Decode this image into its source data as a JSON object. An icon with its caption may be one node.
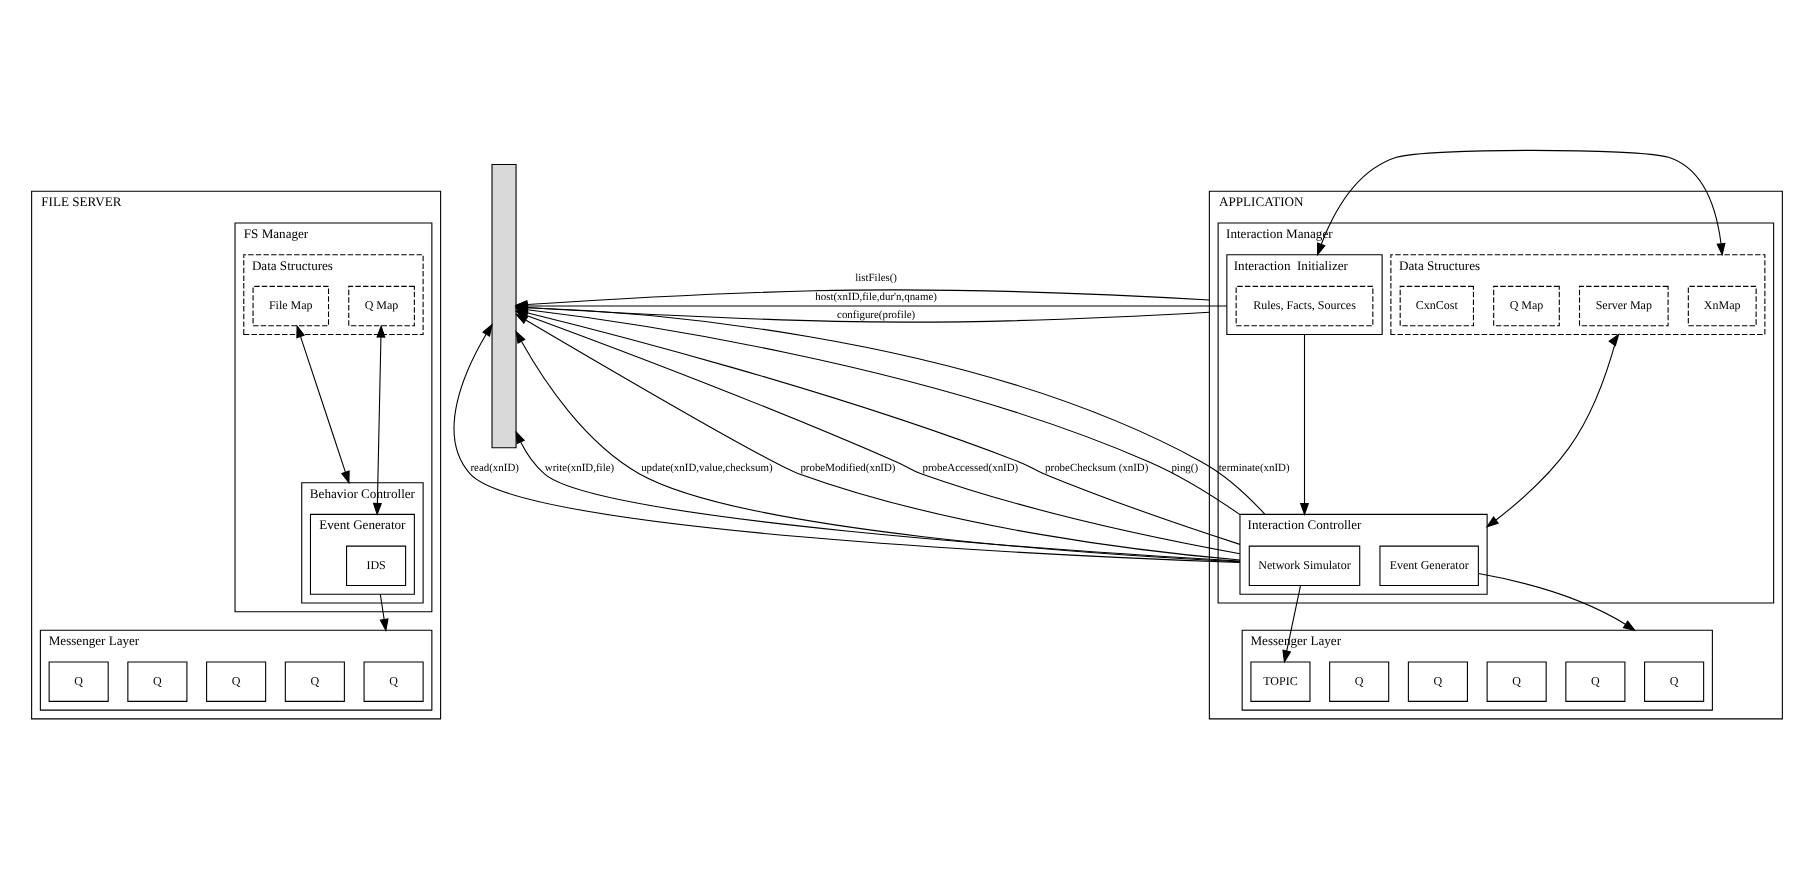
{
  "diagram": {
    "nodes": [
      {
        "text": [
          "FILE SERVER"
        ]
      },
      {
        "text": [
          "FS Manager"
        ],
        "in": 0
      },
      {
        "text": [
          "Data Structures"
        ],
        "in": 1
      },
      {
        "text": [
          "File Map"
        ],
        "in": 2
      },
      {
        "text": [
          "Q Map"
        ],
        "in": 2
      },
      {
        "text": [
          "Behavior Controller"
        ],
        "in": 1
      },
      {
        "text": [
          "Event Generator"
        ],
        "in": 5
      },
      {
        "text": [
          "IDS"
        ],
        "in": 6
      },
      {
        "text": [
          "Messenger Layer"
        ],
        "in": 0
      },
      {
        "text": [
          "Q"
        ],
        "in": 8
      },
      {
        "text": [
          "Q"
        ],
        "in": 8
      },
      {
        "text": [
          "Q"
        ],
        "in": 8
      },
      {
        "text": [
          "Q"
        ],
        "in": 8
      },
      {
        "text": [
          "Q"
        ],
        "in": 8
      },
      {
        "text": [],
        "shape": "bar"
      },
      {
        "text": [
          "APPLICATION"
        ]
      },
      {
        "text": [
          "Interaction Manager"
        ],
        "in": 15
      },
      {
        "text": [
          "Interaction  Initializer"
        ],
        "in": 16
      },
      {
        "text": [
          "Rules, Facts, Sources"
        ],
        "in": 17
      },
      {
        "text": [
          "Data Structures"
        ],
        "in": 16
      },
      {
        "text": [
          "XnMap"
        ],
        "in": 19
      },
      {
        "text": [
          "Server Map"
        ],
        "in": 19
      },
      {
        "text": [
          "Q Map"
        ],
        "in": 19
      },
      {
        "text": [
          "CxnCost"
        ],
        "in": 19
      },
      {
        "text": [
          "Interaction Controller"
        ],
        "in": 16
      },
      {
        "text": [
          "Network Simulator"
        ],
        "in": 24
      },
      {
        "text": [
          "Event Generator"
        ],
        "in": 24
      },
      {
        "text": [
          "Messenger Layer"
        ],
        "in": 15
      },
      {
        "text": [
          "Q"
        ],
        "in": 27
      },
      {
        "text": [
          "Q"
        ],
        "in": 27
      },
      {
        "text": [
          "Q"
        ],
        "in": 27
      },
      {
        "text": [
          "Q"
        ],
        "in": 27
      },
      {
        "text": [
          "Q"
        ],
        "in": 27
      },
      {
        "text": [
          "TOPIC"
        ],
        "in": 27
      }
    ],
    "edges": [
      {
        "from": 3,
        "to": 5,
        "arrow": "both"
      },
      {
        "from": 4,
        "to": 6,
        "arrow": "both"
      },
      {
        "from": 6,
        "to": 8,
        "arrow": "to"
      },
      {
        "from": 15,
        "to": 14,
        "arrow": "to",
        "label": "configure(profile)"
      },
      {
        "from": 17,
        "to": 14,
        "arrow": "to",
        "label": "host(xnID,file,dur'n,qname)"
      },
      {
        "from": 24,
        "to": 14,
        "arrow": "to",
        "label": "read(xnID)"
      },
      {
        "from": 24,
        "to": 14,
        "arrow": "to",
        "label": "write(xnID,file)"
      },
      {
        "from": 24,
        "to": 14,
        "arrow": "to",
        "label": "update(xnID,value,checksum)"
      },
      {
        "from": 24,
        "to": 14,
        "arrow": "to",
        "label": "probeModified(xnID)"
      },
      {
        "from": 24,
        "to": 14,
        "arrow": "to",
        "label": "probeAccessed(xnID)"
      },
      {
        "from": 24,
        "to": 14,
        "arrow": "to",
        "label": "probeChecksum (xnID)"
      },
      {
        "from": 24,
        "to": 14,
        "arrow": "to",
        "label": "ping()"
      },
      {
        "from": 24,
        "to": 14,
        "arrow": "to",
        "label": "terminate(xnID)"
      },
      {
        "from": 15,
        "to": 14,
        "arrow": "to",
        "label": "listFiles()"
      },
      {
        "from": 17,
        "to": 19,
        "arrow": "both"
      },
      {
        "from": 17,
        "to": 24,
        "arrow": "to"
      },
      {
        "from": 24,
        "to": 19,
        "arrow": "both"
      },
      {
        "from": 25,
        "to": 33,
        "arrow": "to"
      },
      {
        "from": 26,
        "to": 27,
        "arrow": "to"
      }
    ]
  }
}
